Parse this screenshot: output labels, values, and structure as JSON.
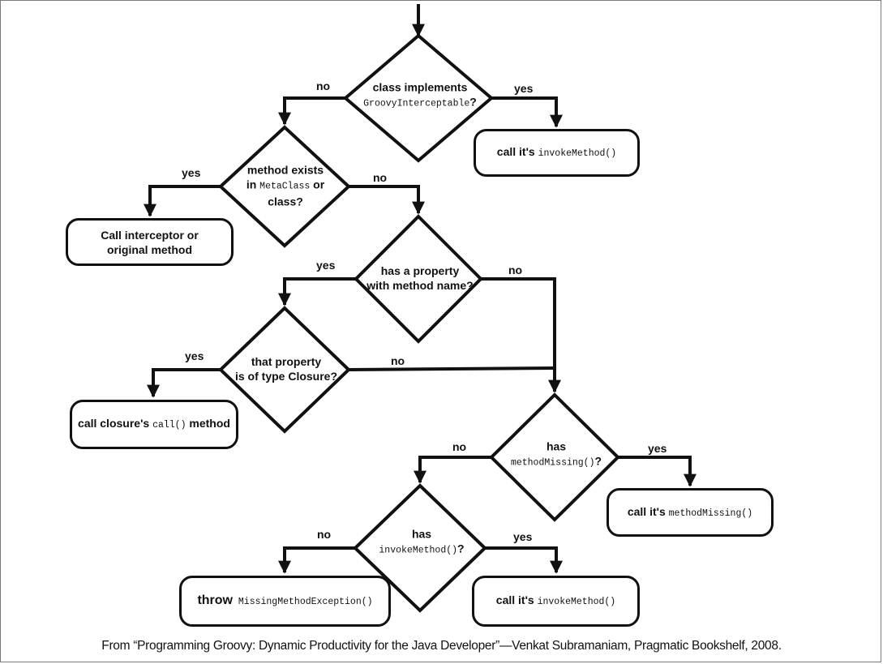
{
  "decisions": {
    "groovy_interceptable": {
      "line1": "class implements",
      "code": "GroovyInterceptable",
      "suffix": "?"
    },
    "method_exists": {
      "line1": "method exists",
      "pre": "in ",
      "code": "MetaClass",
      "post": " or",
      "line3": "class?"
    },
    "has_property": {
      "line1": "has a property",
      "line2": "with method name?"
    },
    "closure_type": {
      "line1": "that property",
      "line2": "is of type Closure?"
    },
    "has_method_missing": {
      "line1": "has",
      "code": "methodMissing()",
      "suffix": "?"
    },
    "has_invoke_method": {
      "line1": "has",
      "code": "invokeMethod()",
      "suffix": "?"
    }
  },
  "actions": {
    "call_invoke_method_top": {
      "text": "call it's ",
      "code": "invokeMethod()"
    },
    "call_interceptor": {
      "line1": "Call interceptor or",
      "line2": "original method"
    },
    "call_closure": {
      "text": "call closure's ",
      "code": "call()",
      "post": " method"
    },
    "call_method_missing": {
      "text": "call it's ",
      "code": "methodMissing()"
    },
    "throw_exception": {
      "strong": "throw",
      "code": " MissingMethodException()"
    },
    "call_invoke_method_bottom": {
      "text": "call it's ",
      "code": "invokeMethod()"
    }
  },
  "edge_labels": {
    "d1_no": "no",
    "d1_yes": "yes",
    "d2_yes": "yes",
    "d2_no": "no",
    "d3_yes": "yes",
    "d3_no": "no",
    "d4_yes": "yes",
    "d4_no": "no",
    "d5_no": "no",
    "d5_yes": "yes",
    "d6_no": "no",
    "d6_yes": "yes"
  },
  "caption": "From “Programming Groovy: Dynamic Productivity for the Java Developer”—Venkat Subramaniam, Pragmatic Bookshelf, 2008."
}
